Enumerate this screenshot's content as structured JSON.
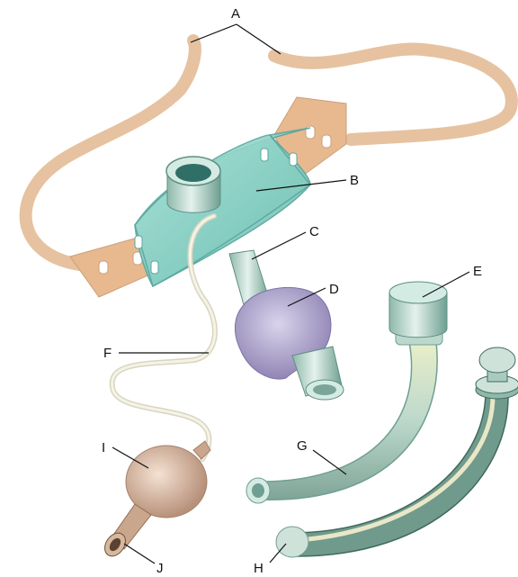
{
  "labels": {
    "a": "A",
    "b": "B",
    "c": "C",
    "d": "D",
    "e": "E",
    "f": "F",
    "g": "G",
    "h": "H",
    "i": "I",
    "j": "J"
  },
  "colors": {
    "strap": "#e6c2a0",
    "strap_dark": "#c99f7a",
    "tab": "#e8b98f",
    "flange": "#8fd3c8",
    "flange_edge": "#5aa89e",
    "tube": "#b7d8cf",
    "tube_dark": "#6f9f92",
    "cuff": "#a79ac6",
    "pilot_balloon": "#d8b79a",
    "pilot_line": "#eeeede",
    "obturator": "#7ea89c"
  }
}
